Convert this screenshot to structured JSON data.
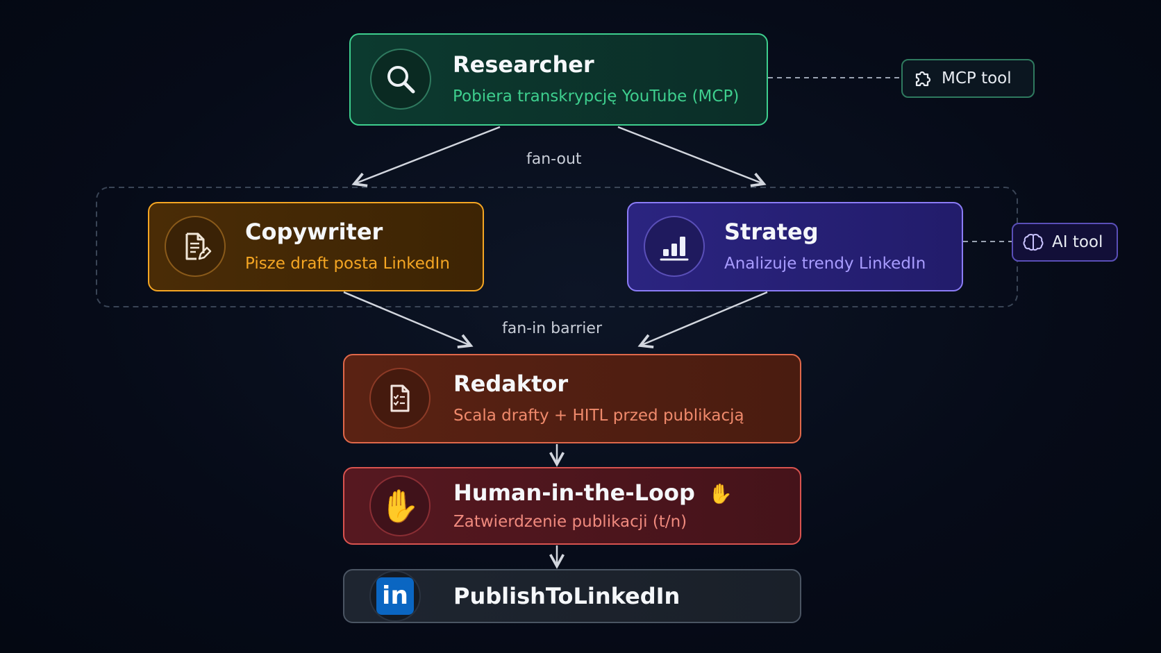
{
  "nodes": {
    "researcher": {
      "title": "Researcher",
      "subtitle": "Pobiera transkrypcję YouTube (MCP)",
      "icon": "search-icon"
    },
    "copywriter": {
      "title": "Copywriter",
      "subtitle": "Pisze draft posta LinkedIn",
      "icon": "document-pen-icon"
    },
    "strateg": {
      "title": "Strateg",
      "subtitle": "Analizuje trendy LinkedIn",
      "icon": "bar-chart-icon"
    },
    "redaktor": {
      "title": "Redaktor",
      "subtitle": "Scala drafty + HITL przed publikacją",
      "icon": "checklist-document-icon"
    },
    "hitl": {
      "title": "Human-in-the-Loop",
      "emoji": "✋",
      "subtitle": "Zatwierdzenie publikacji (t/n)",
      "icon": "raised-hand-icon"
    },
    "publish": {
      "title": "PublishToLinkedIn",
      "icon": "linkedin-logo-icon",
      "logo_text": "in"
    }
  },
  "edges": {
    "fan_out": "fan-out",
    "fan_in": "fan-in barrier"
  },
  "tools": {
    "mcp": {
      "label": "MCP tool",
      "icon": "puzzle-icon"
    },
    "ai": {
      "label": "AI tool",
      "icon": "brain-icon"
    }
  },
  "colors": {
    "green": "#3ecf8e",
    "orange": "#f5a623",
    "purple": "#8b7cf6",
    "red_orange": "#e0684a",
    "red": "#d9534f",
    "gray": "#6b7280",
    "linkedin": "#0a66c2"
  }
}
